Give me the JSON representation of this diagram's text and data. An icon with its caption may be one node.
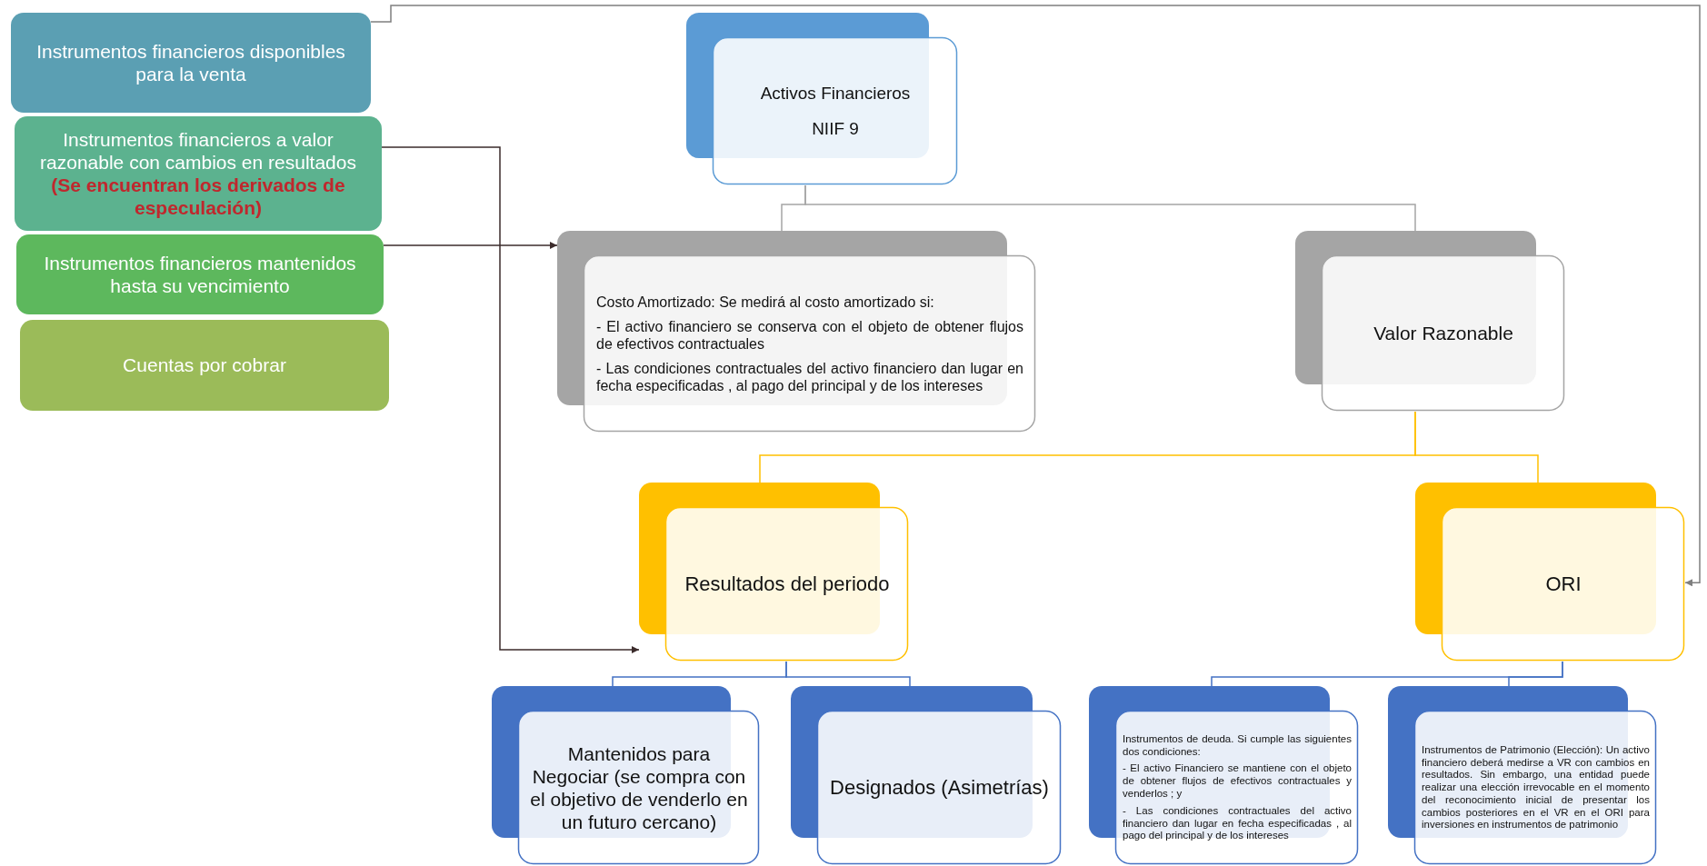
{
  "diagram": {
    "nodes": [
      {
        "text": [
          "Instrumentos financieros disponibles para la venta"
        ]
      },
      {
        "text": [
          "Instrumentos financieros a valor razonable con cambios en resultados **(Se encuentran los derivados de especulación)**"
        ]
      },
      {
        "text": [
          "Instrumentos financieros mantenidos hasta su vencimiento"
        ]
      },
      {
        "text": [
          "Cuentas por cobrar"
        ]
      },
      {
        "text": [
          "Activos Financieros",
          "NIIF 9"
        ]
      },
      {
        "text": [
          "Costo Amortizado: Se medirá al costo amortizado si:",
          "- El activo financiero se conserva con el objeto de obtener flujos de efectivos contractuales",
          "- Las condiciones contractuales del activo financiero dan lugar en fecha especificadas , al pago del principal y de los intereses"
        ]
      },
      {
        "text": [
          "Valor Razonable"
        ]
      },
      {
        "text": [
          "Resultados del periodo"
        ]
      },
      {
        "text": [
          "ORI"
        ]
      },
      {
        "text": [
          "Mantenidos para Negociar (se compra con el objetivo de venderlo en un futuro cercano)"
        ]
      },
      {
        "text": [
          "Designados (Asimetrías)"
        ]
      },
      {
        "text": [
          "Instrumentos de deuda. Si cumple las siguientes dos condiciones:",
          "- El activo Financiero se mantiene con el objeto de obtener flujos de efectivos contractuales y venderlos ; y",
          "- Las condiciones contractuales del activo financiero dan lugar en fecha especificadas , al pago del principal y de los intereses"
        ]
      },
      {
        "text": [
          "Instrumentos de Patrimonio (Elección): Un activo financiero deberá medirse a VR con cambios en resultados. Sin embargo, una entidad puede realizar una elección irrevocable en el momento del reconocimiento inicial de presentar los cambios posteriores en el VR en el ORI para inversiones en instrumentos de patrimonio"
        ]
      }
    ],
    "edges": [
      {
        "from": 0,
        "to": 8,
        "arrow": "to",
        "color": "#7f7f7f"
      },
      {
        "from": 1,
        "to": 7,
        "arrow": "to",
        "color": "#3b2b2b"
      },
      {
        "from": 2,
        "to": 5,
        "arrow": "to",
        "color": "#3b2b2b"
      },
      {
        "from": 4,
        "to": 5,
        "arrow": "none",
        "color": "#a5a5a5"
      },
      {
        "from": 4,
        "to": 6,
        "arrow": "none",
        "color": "#a5a5a5"
      },
      {
        "from": 6,
        "to": 7,
        "arrow": "none",
        "color": "#ffc000"
      },
      {
        "from": 6,
        "to": 8,
        "arrow": "none",
        "color": "#ffc000"
      },
      {
        "from": 7,
        "to": 9,
        "arrow": "none"
      },
      {
        "from": 7,
        "to": 10,
        "arrow": "none"
      },
      {
        "from": 8,
        "to": 11,
        "arrow": "none"
      },
      {
        "from": 8,
        "to": 12,
        "arrow": "none"
      }
    ]
  }
}
